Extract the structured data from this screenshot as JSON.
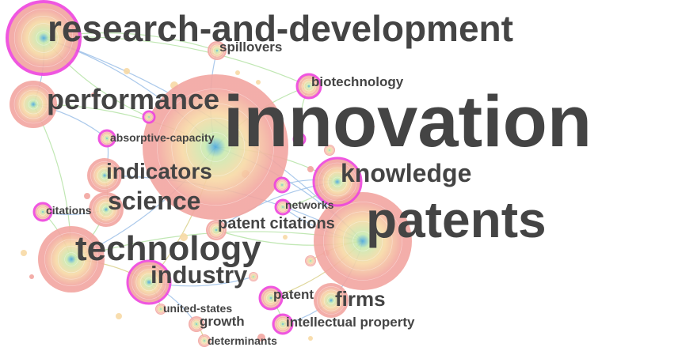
{
  "colors": {
    "background": "#ffffff",
    "label": "#444444",
    "node_ring_outer": "#f2a5a0",
    "node_ring_mid": "#f7d9a5",
    "node_ring_inner": "#c8eab0",
    "node_center": "#4aa8e0",
    "node_border_highlight": "#ee44dd",
    "edge_blue": "#9cc0e8",
    "edge_green": "#b5e3a6",
    "edge_olive": "#d9d08a"
  },
  "terms": [
    {
      "id": "innovation",
      "label": "innovation"
    },
    {
      "id": "research-and-development",
      "label": "research-and-development"
    },
    {
      "id": "patents",
      "label": "patents"
    },
    {
      "id": "technology",
      "label": "technology"
    },
    {
      "id": "performance",
      "label": "performance"
    },
    {
      "id": "knowledge",
      "label": "knowledge"
    },
    {
      "id": "indicators",
      "label": "indicators"
    },
    {
      "id": "science",
      "label": "science"
    },
    {
      "id": "industry",
      "label": "industry"
    },
    {
      "id": "firms",
      "label": "firms"
    },
    {
      "id": "patent-citations",
      "label": "patent citations"
    },
    {
      "id": "spillovers",
      "label": "spillovers"
    },
    {
      "id": "biotechnology",
      "label": "biotechnology"
    },
    {
      "id": "absorptive-capacity",
      "label": "absorptive-capacity"
    },
    {
      "id": "citations",
      "label": "citations"
    },
    {
      "id": "networks",
      "label": "networks"
    },
    {
      "id": "patent",
      "label": "patent"
    },
    {
      "id": "united-states",
      "label": "united-states"
    },
    {
      "id": "growth",
      "label": "growth"
    },
    {
      "id": "intellectual-property",
      "label": "intellectual property"
    },
    {
      "id": "determinants",
      "label": "determinants"
    }
  ]
}
